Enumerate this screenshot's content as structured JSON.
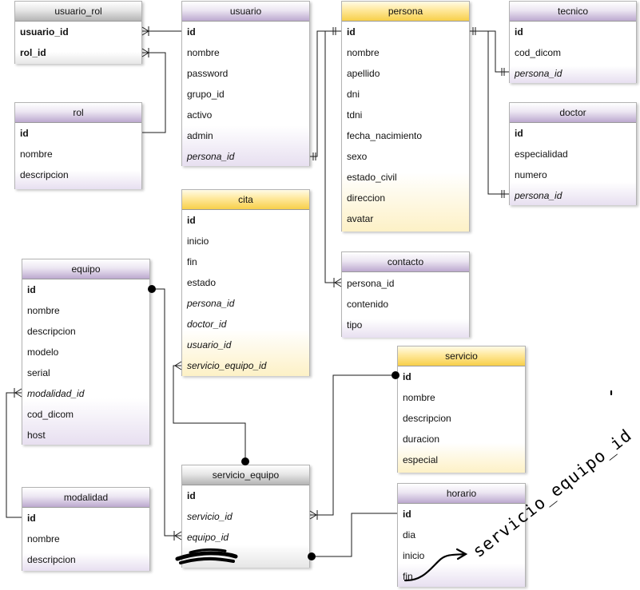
{
  "entities": {
    "usuario_rol": {
      "title": "usuario_rol",
      "fields": [
        "usuario_id",
        "rol_id"
      ]
    },
    "usuario": {
      "title": "usuario",
      "fields": [
        "id",
        "nombre",
        "password",
        "grupo_id",
        "activo",
        "admin",
        "persona_id"
      ]
    },
    "persona": {
      "title": "persona",
      "fields": [
        "id",
        "nombre",
        "apellido",
        "dni",
        "tdni",
        "fecha_nacimiento",
        "sexo",
        "estado_civil",
        "direccion",
        "avatar"
      ]
    },
    "tecnico": {
      "title": "tecnico",
      "fields": [
        "id",
        "cod_dicom",
        "persona_id"
      ]
    },
    "rol": {
      "title": "rol",
      "fields": [
        "id",
        "nombre",
        "descripcion"
      ]
    },
    "doctor": {
      "title": "doctor",
      "fields": [
        "id",
        "especialidad",
        "numero",
        "persona_id"
      ]
    },
    "cita": {
      "title": "cita",
      "fields": [
        "id",
        "inicio",
        "fin",
        "estado",
        "persona_id",
        "doctor_id",
        "usuario_id",
        "servicio_equipo_id"
      ]
    },
    "contacto": {
      "title": "contacto",
      "fields": [
        "persona_id",
        "contenido",
        "tipo"
      ]
    },
    "equipo": {
      "title": "equipo",
      "fields": [
        "id",
        "nombre",
        "descripcion",
        "modelo",
        "serial",
        "modalidad_id",
        "cod_dicom",
        "host"
      ]
    },
    "servicio": {
      "title": "servicio",
      "fields": [
        "id",
        "nombre",
        "descripcion",
        "duracion",
        "especial"
      ]
    },
    "servicio_equipo": {
      "title": "servicio_equipo",
      "fields": [
        "id",
        "servicio_id",
        "equipo_id",
        ""
      ]
    },
    "modalidad": {
      "title": "modalidad",
      "fields": [
        "id",
        "nombre",
        "descripcion"
      ]
    },
    "horario": {
      "title": "horario",
      "fields": [
        "id",
        "dia",
        "inicio",
        "fin"
      ]
    }
  },
  "annotation": {
    "text": "servicio_equipo_id"
  }
}
